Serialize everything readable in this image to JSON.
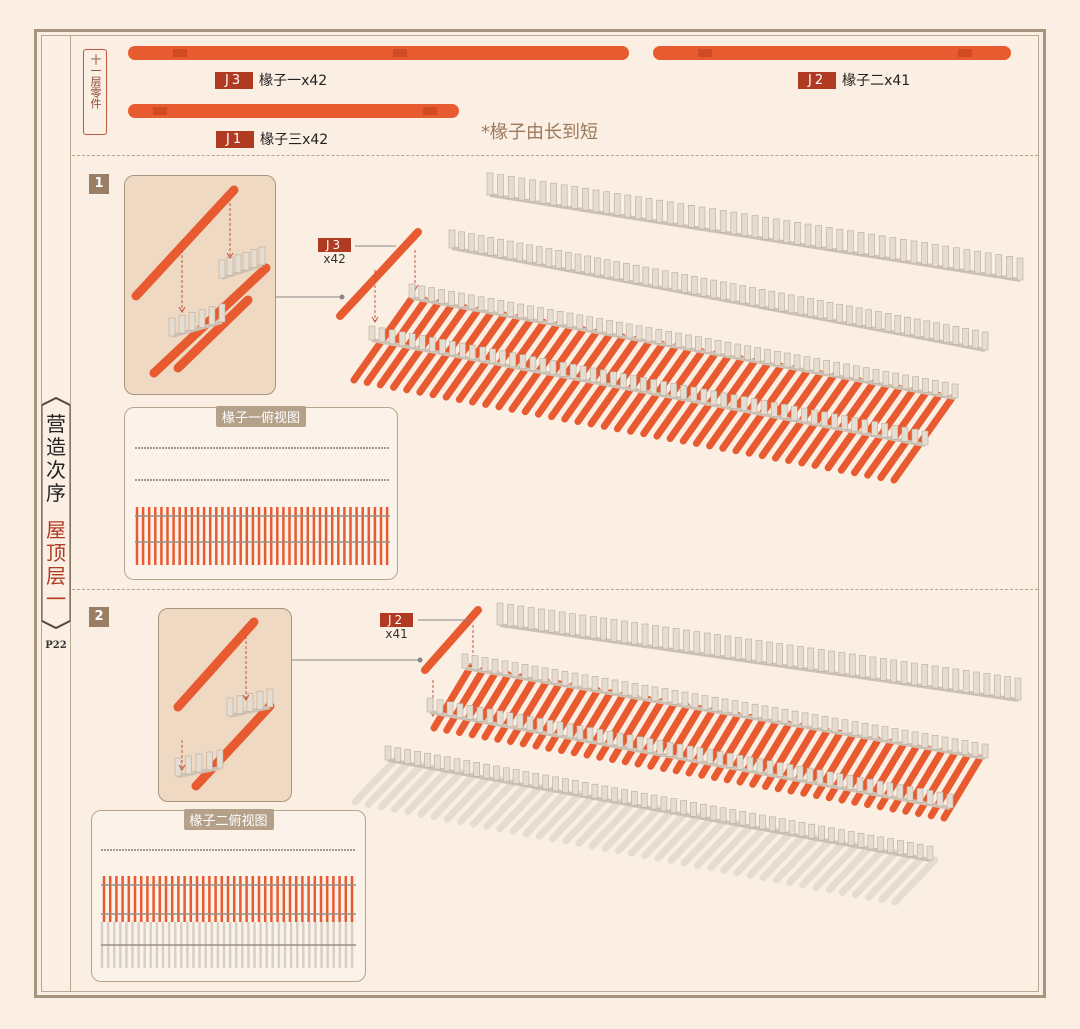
{
  "sidebar": {
    "chapter_title": "营造次序",
    "section_title": "屋顶层一",
    "page_number": "P22",
    "layer_tag": "十一层零件"
  },
  "parts": [
    {
      "code": "J3",
      "name": "椽子一x42"
    },
    {
      "code": "J2",
      "name": "椽子二x41"
    },
    {
      "code": "J1",
      "name": "椽子三x42"
    }
  ],
  "note": "*椽子由长到短",
  "steps": [
    {
      "number": "1",
      "callout_code": "J3",
      "callout_qty": "x42",
      "topview_title": "椽子一俯视图"
    },
    {
      "number": "2",
      "callout_code": "J2",
      "callout_qty": "x41",
      "topview_title": "椽子二俯视图"
    }
  ],
  "colors": {
    "rafter": "#e85a30",
    "frame": "#a8957e",
    "background": "#fbeee2",
    "code_badge": "#b03a22",
    "comb": "#e6ddd2"
  }
}
